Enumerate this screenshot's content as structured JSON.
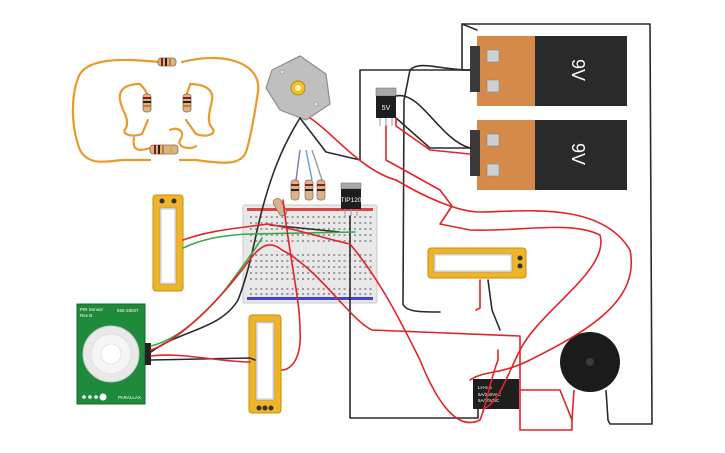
{
  "components": {
    "battery_top": {
      "label": "9V"
    },
    "battery_bottom": {
      "label": "9V"
    },
    "regulator": {
      "label": "5V"
    },
    "transistor": {
      "label": "TIP120"
    },
    "pir_sensor": {
      "brand_line1": "PIR Sensor",
      "brand_line2": "Rev B",
      "part_number": "555-28027",
      "footer": "PARALLAX"
    },
    "relay": {
      "line1": "LH-5-6",
      "line2": "5A/250VAC",
      "line3": "5A/30VDC"
    }
  },
  "colors": {
    "wire_red": "#e0242a",
    "wire_black": "#2b2b2b",
    "wire_green": "#3aa845",
    "wire_orange": "#e89a2c",
    "battery_copper": "#d68a4a",
    "battery_body": "#2a2a2a",
    "pot_body": "#f0b429",
    "pcb_green": "#1f8a3c"
  }
}
